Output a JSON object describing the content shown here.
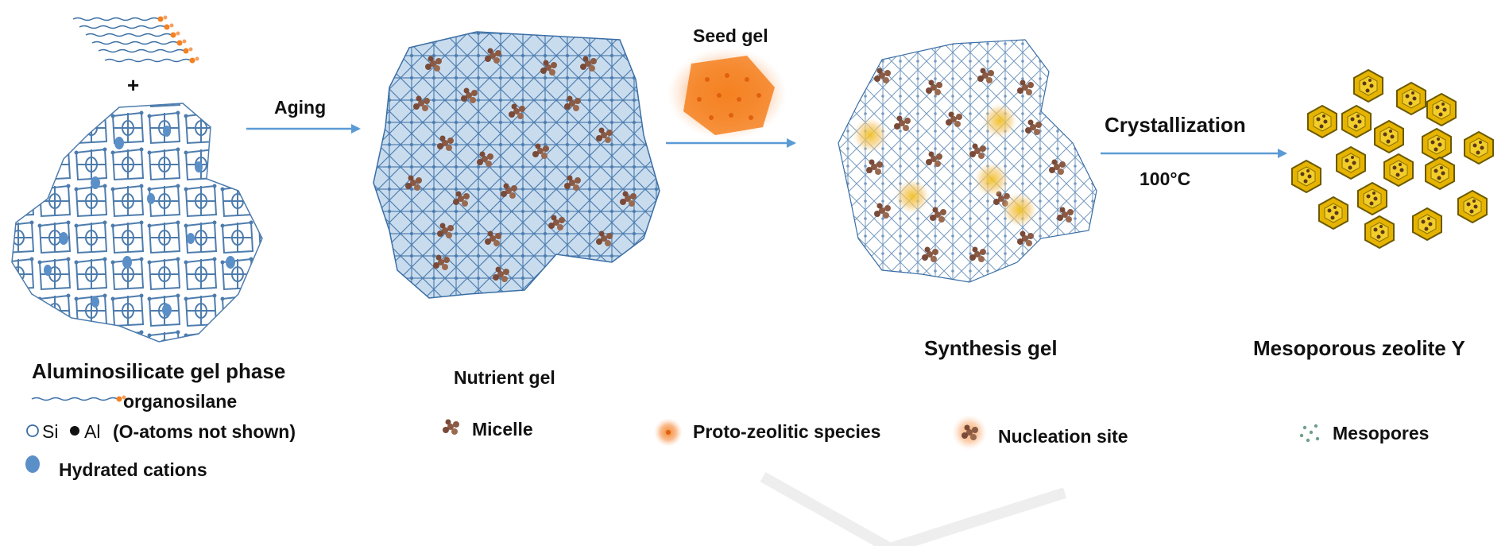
{
  "steps": {
    "aging": "Aging",
    "seed_gel": "Seed gel",
    "crystallization": "Crystallization",
    "temperature": "100°C",
    "plus": "+"
  },
  "stages": {
    "aluminosilicate": "Aluminosilicate  gel phase",
    "nutrient": "Nutrient gel",
    "synthesis": "Synthesis gel",
    "zeolite": "Mesoporous zeolite Y"
  },
  "legend": {
    "organosilane": "organosilane",
    "si": "Si",
    "al": "Al",
    "o_atoms": "(O-atoms  not shown)",
    "hydrated": "Hydrated cations",
    "micelle": "Micelle",
    "proto": "Proto-zeolitic species",
    "nucleation": "Nucleation site",
    "mesopores": "Mesopores"
  },
  "colors": {
    "arrow": "#5b9bd5",
    "network": "#3a6ea5",
    "blob_fill": "#c9dcee",
    "micelle": "#8a5a44",
    "orange": "#f5801f",
    "zeolite": "#e6b400"
  }
}
